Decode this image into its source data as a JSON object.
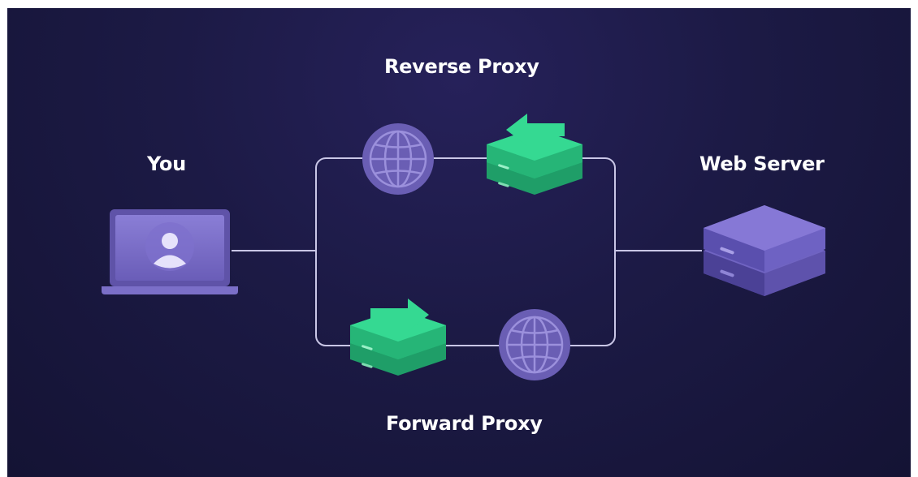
{
  "labels": {
    "you": "You",
    "web_server": "Web Server",
    "reverse_proxy": "Reverse Proxy",
    "forward_proxy": "Forward Proxy"
  },
  "icons": {
    "client": "laptop-user-icon",
    "server": "server-stack-icon",
    "internet": "globe-icon",
    "proxy": "proxy-stack-icon",
    "arrow_reverse": "arrow-left-icon",
    "arrow_forward": "arrow-right-icon"
  },
  "colors": {
    "background": "#1c1a45",
    "line": "#c9c6e6",
    "purple": "#6e60b8",
    "green": "#2fd68f",
    "text": "#ffffff"
  }
}
